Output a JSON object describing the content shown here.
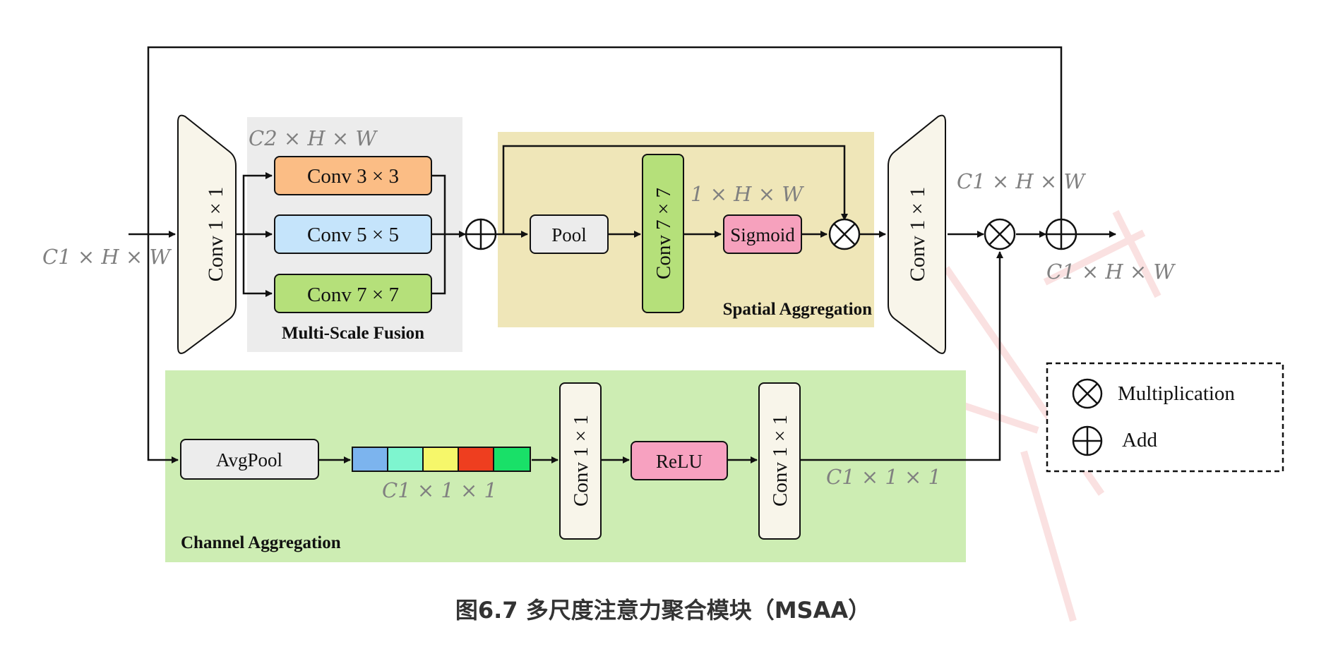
{
  "blocks": {
    "conv1_in": "Conv 1 × 1",
    "conv3": "Conv 3 × 3",
    "conv5": "Conv 5 × 5",
    "conv7": "Conv 7 × 7",
    "pool": "Pool",
    "spatial_conv7": "Conv 7 × 7",
    "sigmoid": "Sigmoid",
    "conv1_out": "Conv 1 × 1",
    "avgpool": "AvgPool",
    "channel_conv1_a": "Conv 1 × 1",
    "relu": "ReLU",
    "channel_conv1_b": "Conv 1 × 1"
  },
  "regions": {
    "multi_scale": "Multi-Scale Fusion",
    "spatial": "Spatial Aggregation",
    "channel": "Channel Aggregation"
  },
  "dims": {
    "input": "C1 × H × W",
    "multi_scale": "C2 × H × W",
    "spatial": "1 × H × W",
    "conv_out": "C1 × H × W",
    "output": "C1 × H × W",
    "channel_vector": "C1 × 1 × 1",
    "channel_out": "C1 × 1 × 1"
  },
  "legend": {
    "multiplication": "Multiplication",
    "add": "Add"
  },
  "caption": "图6.7 多尺度注意力聚合模块（MSAA）",
  "colors": {
    "conv3": "#fbbd85",
    "conv5": "#c5e4fb",
    "conv7": "#b5e07a",
    "sigmoid": "#f6a1bd",
    "relu": "#f7a1c0",
    "spatial_bg": "#efe6b8",
    "channel_bg": "#cdedb3",
    "multi_scale_bg": "#ececec",
    "trapezoid": "#f8f5ea",
    "vector_cells": [
      "#7cb4ee",
      "#7ef5cf",
      "#f6f76a",
      "#ee3e1f",
      "#19e068"
    ]
  }
}
